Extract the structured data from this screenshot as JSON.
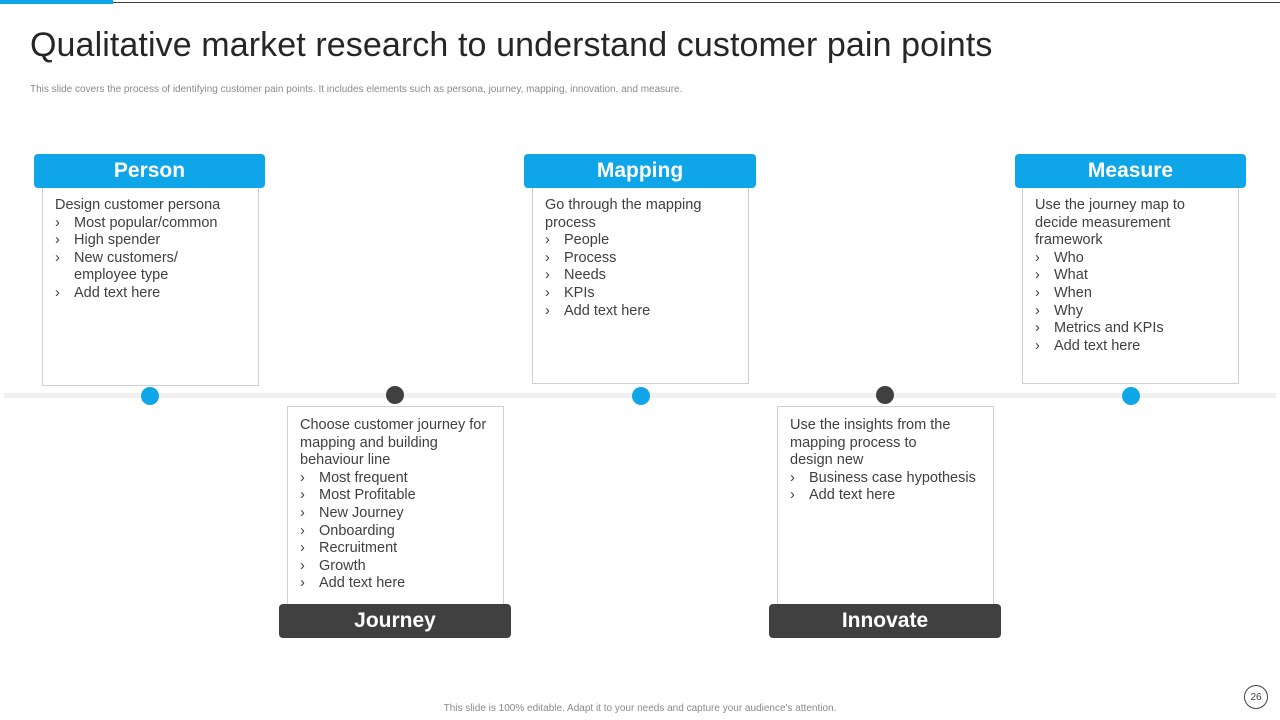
{
  "slide": {
    "title": "Qualitative market research to understand customer pain points",
    "subtitle": "This slide covers the process of identifying customer pain points. It includes elements such as persona, journey, mapping, innovation, and measure.",
    "footer": "This slide is 100% editable. Adapt it to your needs and capture your audience's attention.",
    "page_number": "26"
  },
  "colors": {
    "accent": "#0ea5e9",
    "dark": "#404040",
    "timeline": "#f0f0f0"
  },
  "stages": [
    {
      "label": "Person",
      "lead": "Design customer persona",
      "bullets": [
        "Most popular/common",
        "High spender",
        "New customers/ employee type",
        "Add text here"
      ]
    },
    {
      "label": "Journey",
      "lead": "Choose customer journey for mapping and building behaviour line",
      "bullets": [
        "Most frequent",
        "Most Profitable",
        "New Journey",
        "Onboarding",
        "Recruitment",
        "Growth",
        "Add text here"
      ]
    },
    {
      "label": "Mapping",
      "lead": "Go through the mapping process",
      "bullets": [
        "People",
        "Process",
        "Needs",
        "KPIs",
        "Add text here"
      ]
    },
    {
      "label": "Innovate",
      "lead": "Use the insights  from the mapping process to design new",
      "bullets": [
        "Business case hypothesis",
        "Add text here"
      ]
    },
    {
      "label": "Measure",
      "lead": "Use the journey  map to decide measurement framework",
      "bullets": [
        "Who",
        "What",
        "When",
        "Why",
        "Metrics and KPIs",
        "Add text here"
      ]
    }
  ]
}
